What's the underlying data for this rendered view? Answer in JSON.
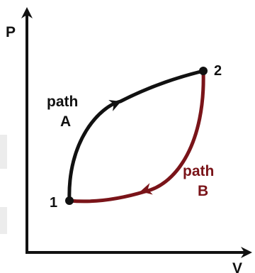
{
  "diagram": {
    "axes": {
      "y_label": "P",
      "x_label": "V"
    },
    "points": {
      "start_label": "1",
      "end_label": "2"
    },
    "path_a": {
      "word": "path",
      "letter": "A",
      "color": "#111111"
    },
    "path_b": {
      "word": "path",
      "letter": "B",
      "color": "#7a1419"
    }
  }
}
